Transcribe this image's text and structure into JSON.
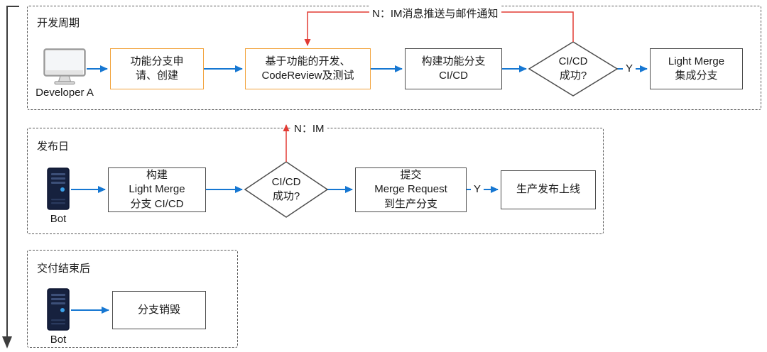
{
  "colors": {
    "arrow_blue": "#1677d2",
    "arrow_red": "#e23b34",
    "box_border": "#4d4d4d",
    "highlight_border": "#f2a33c",
    "section_border": "#595959"
  },
  "dev_cycle": {
    "title": "开发周期",
    "actor": "Developer A",
    "node_branch_create": "功能分支申\n请、创建",
    "node_dev_review": "基于功能的开发、\nCodeReview及测试",
    "node_build_ci": "构建功能分支\nCI/CD",
    "decision": "CI/CD\n成功?",
    "node_light_merge": "Light Merge\n集成分支",
    "label_yes": "Y",
    "label_fail": "N：IM消息推送与邮件通知"
  },
  "release_day": {
    "title": "发布日",
    "actor": "Bot",
    "node_build_light_merge": "构建\nLight Merge\n分支 CI/CD",
    "decision": "CI/CD\n成功?",
    "node_merge_request": "提交\nMerge Request\n到生产分支",
    "node_production": "生产发布上线",
    "label_yes": "Y",
    "label_fail": "N：IM"
  },
  "after_delivery": {
    "title": "交付结束后",
    "actor": "Bot",
    "node_destroy": "分支销毁"
  }
}
